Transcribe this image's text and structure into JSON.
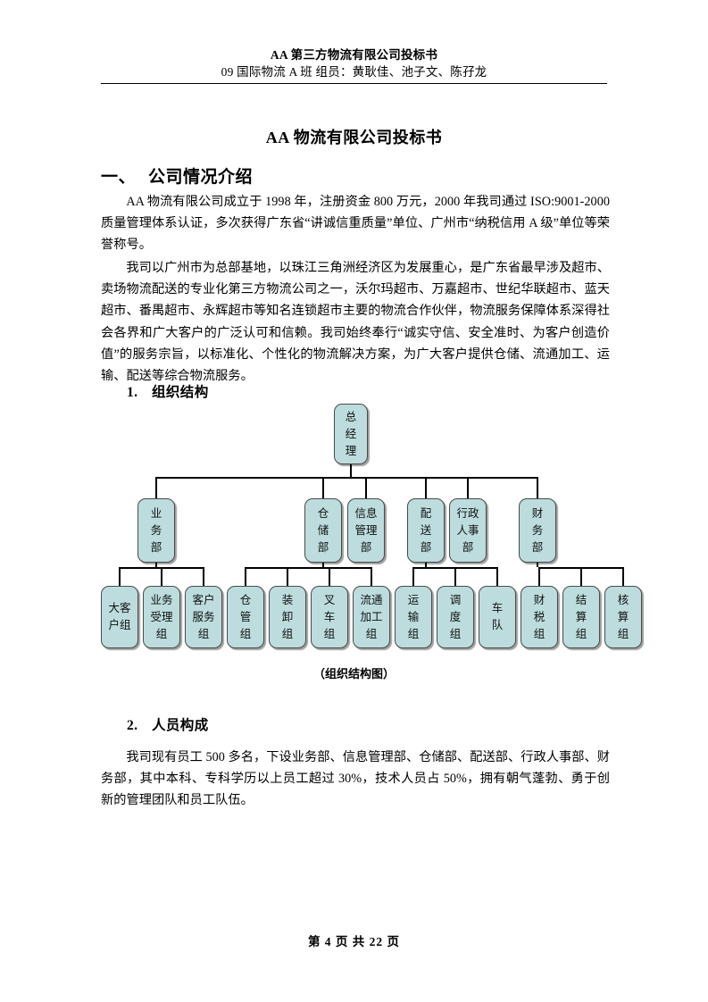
{
  "header": {
    "line1": "AA 第三方物流有限公司投标书",
    "line2": "09 国际物流 A 班  组员：黄耿佳、池子文、陈孖龙"
  },
  "doc_title": "AA 物流有限公司投标书",
  "section1": {
    "number": "一、",
    "title": "公司情况介绍",
    "paragraph1": "AA 物流有限公司成立于 1998 年，注册资金 800 万元，2000 年我司通过 ISO:9001-2000 质量管理体系认证，多次获得广东省“讲诚信重质量”单位、广州市“纳税信用 A 级”单位等荣誉称号。",
    "paragraph2": "我司以广州市为总部基地，以珠江三角洲经济区为发展重心，是广东省最早涉及超市、卖场物流配送的专业化第三方物流公司之一，沃尔玛超市、万嘉超市、世纪华联超市、蓝天超市、番禺超市、永辉超市等知名连锁超市主要的物流合作伙伴，物流服务保障体系深得社会各界和广大客户的广泛认可和信赖。我司始终奉行“诚实守信、安全准时、为客户创造价值”的服务宗旨，以标准化、个性化的物流解决方案，为广大客户提供仓储、流通加工、运输、配送等综合物流服务。"
  },
  "subsection1": {
    "number": "1.",
    "title": "组织结构",
    "caption": "（组织结构图）"
  },
  "subsection2": {
    "number": "2.",
    "title": "人员构成",
    "paragraph": "我司现有员工 500 多名，下设业务部、信息管理部、仓储部、配送部、行政人事部、财务部，其中本科、专科学历以上员工超过 30%，技术人员占 50%，拥有朝气蓬勃、勇于创新的管理团队和员工队伍。"
  },
  "chart_data": {
    "type": "diagram",
    "title": "（组织结构图）",
    "style": {
      "node_fill": "#bcdcdd",
      "node_border": "#4a4a4a",
      "connector": "#000000"
    },
    "levels": [
      {
        "level": 1,
        "nodes": [
          {
            "id": "gm",
            "label": "总经理",
            "chars": [
              "总",
              "经",
              "理"
            ]
          }
        ]
      },
      {
        "level": 2,
        "nodes": [
          {
            "id": "sales",
            "label": "业务部",
            "chars": [
              "业",
              "务",
              "部"
            ]
          },
          {
            "id": "warehouse",
            "label": "仓储部",
            "chars": [
              "仓",
              "储",
              "部"
            ]
          },
          {
            "id": "info",
            "label": "信息管理部",
            "chars": [
              "信息",
              "管理",
              "部"
            ]
          },
          {
            "id": "delivery",
            "label": "配送部",
            "chars": [
              "配",
              "送",
              "部"
            ]
          },
          {
            "id": "admin",
            "label": "行政人事部",
            "chars": [
              "行政",
              "人事",
              "部"
            ]
          },
          {
            "id": "finance",
            "label": "财务部",
            "chars": [
              "财",
              "务",
              "部"
            ]
          }
        ]
      },
      {
        "level": 3,
        "nodes": [
          {
            "id": "keyaccount",
            "label": "大客户组",
            "parent": "sales",
            "chars": [
              "大客",
              "户组"
            ]
          },
          {
            "id": "acceptance",
            "label": "业务受理组",
            "parent": "sales",
            "chars": [
              "业务",
              "受理",
              "组"
            ]
          },
          {
            "id": "custserv",
            "label": "客户服务组",
            "parent": "sales",
            "chars": [
              "客户",
              "服务",
              "组"
            ]
          },
          {
            "id": "storekeep",
            "label": "仓管组",
            "parent": "warehouse",
            "chars": [
              "仓",
              "管",
              "组"
            ]
          },
          {
            "id": "loading",
            "label": "装卸组",
            "parent": "warehouse",
            "chars": [
              "装",
              "卸",
              "组"
            ]
          },
          {
            "id": "forklift",
            "label": "叉车组",
            "parent": "warehouse",
            "chars": [
              "叉",
              "车",
              "组"
            ]
          },
          {
            "id": "processing",
            "label": "流通加工组",
            "parent": "warehouse",
            "chars": [
              "流通",
              "加工",
              "组"
            ]
          },
          {
            "id": "transport",
            "label": "运输组",
            "parent": "delivery",
            "chars": [
              "运",
              "输",
              "组"
            ]
          },
          {
            "id": "dispatch",
            "label": "调度组",
            "parent": "delivery",
            "chars": [
              "调",
              "度",
              "组"
            ]
          },
          {
            "id": "fleet",
            "label": "车队",
            "parent": "delivery",
            "chars": [
              "车",
              "队"
            ]
          },
          {
            "id": "tax",
            "label": "财税组",
            "parent": "finance",
            "chars": [
              "财",
              "税",
              "组"
            ]
          },
          {
            "id": "settlement",
            "label": "结算组",
            "parent": "finance",
            "chars": [
              "结",
              "算",
              "组"
            ]
          },
          {
            "id": "accounting",
            "label": "核算组",
            "parent": "finance",
            "chars": [
              "核",
              "算",
              "组"
            ]
          }
        ]
      }
    ]
  },
  "footer": {
    "text": "第 4 页 共 22 页",
    "current_page": "4",
    "total_pages": "22"
  }
}
